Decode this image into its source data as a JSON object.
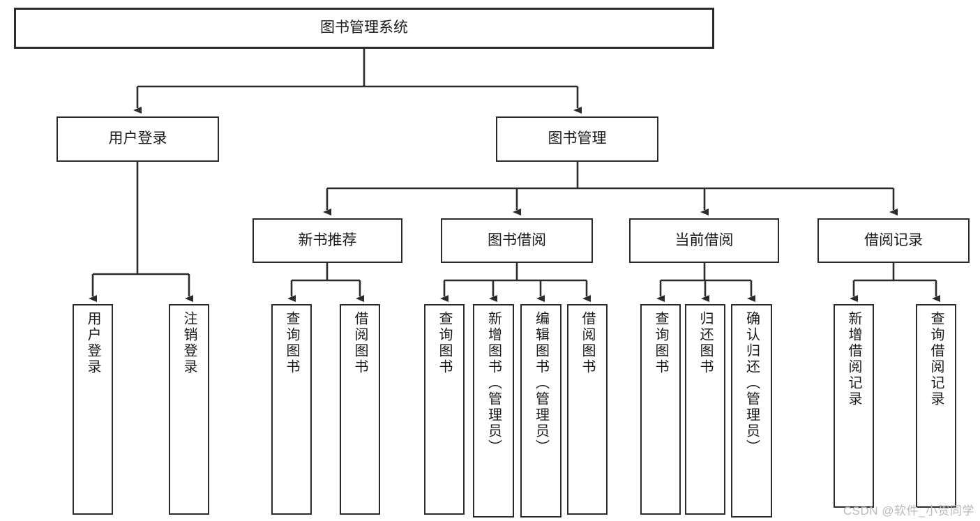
{
  "diagram": {
    "type": "tree-hierarchy-chart",
    "title": "图书管理系统",
    "watermark": "CSDN @软件_小贺同学",
    "colors": {
      "stroke": "#2b2b2b",
      "background": "#ffffff",
      "text": "#1a1a1a",
      "watermark": "#b9b9b9"
    },
    "nodes": {
      "root": "图书管理系统",
      "level1": [
        {
          "id": "user-login",
          "label": "用户登录"
        },
        {
          "id": "book-manage",
          "label": "图书管理"
        }
      ],
      "level2": [
        {
          "id": "new-book-rec",
          "label": "新书推荐"
        },
        {
          "id": "book-borrow",
          "label": "图书借阅"
        },
        {
          "id": "current-borrow",
          "label": "当前借阅"
        },
        {
          "id": "borrow-record",
          "label": "借阅记录"
        }
      ],
      "leaves": [
        {
          "id": "leaf-user-login",
          "label": "用户登录"
        },
        {
          "id": "leaf-logout-login",
          "label": "注销登录"
        },
        {
          "id": "leaf-query-book-1",
          "label": "查询图书"
        },
        {
          "id": "leaf-borrow-book-1",
          "label": "借阅图书"
        },
        {
          "id": "leaf-query-book-2",
          "label": "查询图书"
        },
        {
          "id": "leaf-add-book-admin",
          "label": "新增图书（管理员）"
        },
        {
          "id": "leaf-edit-book-admin",
          "label": "编辑图书（管理员）"
        },
        {
          "id": "leaf-borrow-book-2",
          "label": "借阅图书"
        },
        {
          "id": "leaf-query-book-3",
          "label": "查询图书"
        },
        {
          "id": "leaf-return-book",
          "label": "归还图书"
        },
        {
          "id": "leaf-confirm-return-admin",
          "label": "确认归还（管理员）"
        },
        {
          "id": "leaf-add-borrow-record",
          "label": "新增借阅记录"
        },
        {
          "id": "leaf-query-borrow-record",
          "label": "查询借阅记录"
        }
      ]
    },
    "edges": [
      {
        "from": "图书管理系统",
        "to": "用户登录"
      },
      {
        "from": "图书管理系统",
        "to": "图书管理"
      },
      {
        "from": "用户登录",
        "to": "用户登录"
      },
      {
        "from": "用户登录",
        "to": "注销登录"
      },
      {
        "from": "图书管理",
        "to": "新书推荐"
      },
      {
        "from": "图书管理",
        "to": "图书借阅"
      },
      {
        "from": "图书管理",
        "to": "当前借阅"
      },
      {
        "from": "图书管理",
        "to": "借阅记录"
      },
      {
        "from": "新书推荐",
        "to": "查询图书"
      },
      {
        "from": "新书推荐",
        "to": "借阅图书"
      },
      {
        "from": "图书借阅",
        "to": "查询图书"
      },
      {
        "from": "图书借阅",
        "to": "新增图书（管理员）"
      },
      {
        "from": "图书借阅",
        "to": "编辑图书（管理员）"
      },
      {
        "from": "图书借阅",
        "to": "借阅图书"
      },
      {
        "from": "当前借阅",
        "to": "查询图书"
      },
      {
        "from": "当前借阅",
        "to": "归还图书"
      },
      {
        "from": "当前借阅",
        "to": "确认归还（管理员）"
      },
      {
        "from": "借阅记录",
        "to": "新增借阅记录"
      },
      {
        "from": "借阅记录",
        "to": "查询借阅记录"
      }
    ]
  }
}
